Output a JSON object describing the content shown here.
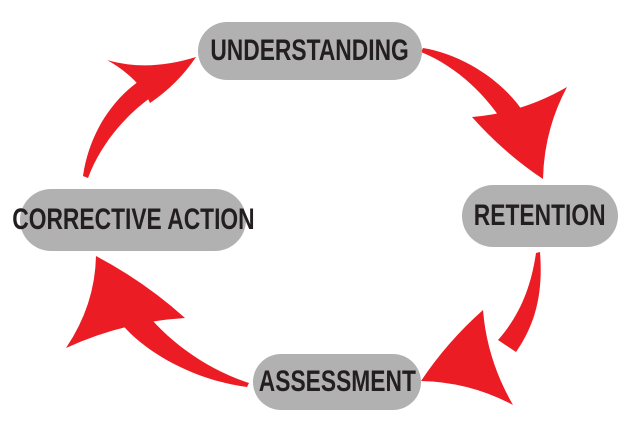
{
  "diagram": {
    "type": "cycle",
    "flow_direction": "clockwise",
    "nodes": [
      {
        "id": "understanding",
        "label": "UNDERSTANDING",
        "position": "top"
      },
      {
        "id": "retention",
        "label": "RETENTION",
        "position": "right"
      },
      {
        "id": "assessment",
        "label": "ASSESSMENT",
        "position": "bottom"
      },
      {
        "id": "corrective-action",
        "label": "CORRECTIVE ACTION",
        "position": "left"
      }
    ],
    "arrows": [
      {
        "from": "UNDERSTANDING",
        "to": "RETENTION"
      },
      {
        "from": "RETENTION",
        "to": "ASSESSMENT"
      },
      {
        "from": "ASSESSMENT",
        "to": "CORRECTIVE ACTION"
      },
      {
        "from": "CORRECTIVE ACTION",
        "to": "UNDERSTANDING"
      }
    ],
    "colors": {
      "node_fill": "#b1b1b1",
      "node_text": "#231f20",
      "arrow": "#ec1c24",
      "background": "#ffffff"
    }
  }
}
